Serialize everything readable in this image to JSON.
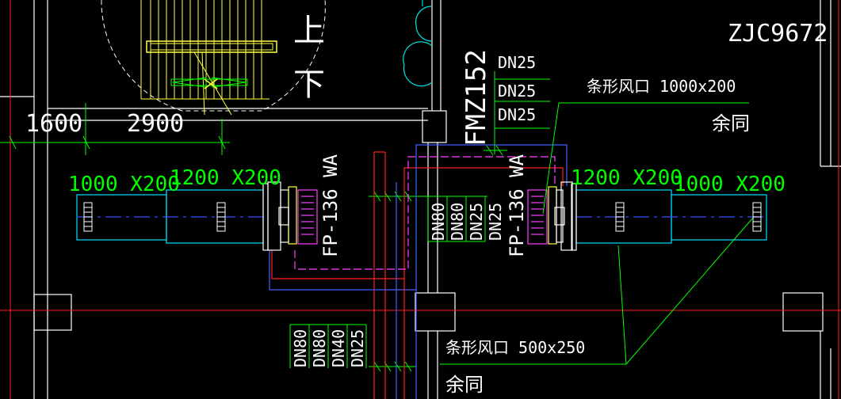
{
  "drawing_number": "ZJC9672",
  "door_code": "FMZ152",
  "stair": {
    "up": "上",
    "down": "下"
  },
  "dimensions": {
    "left": "1600",
    "middle": "2900"
  },
  "ducts": {
    "left_far": "1000 X200",
    "left_near": "1200 X200",
    "right_near": "1200 X200",
    "right_far": "1000 X200"
  },
  "units": {
    "left": "FP-136 WA",
    "right": "FP-136 WA"
  },
  "pipes_top": [
    "DN25",
    "DN25",
    "DN25"
  ],
  "pipes_middle": [
    "DN80",
    "DN80",
    "DN25",
    "DN25"
  ],
  "pipes_bottom": [
    "DN80",
    "DN80",
    "DN40",
    "DN25"
  ],
  "notes": {
    "grille_top": "条形风口 1000x200",
    "same_top": "余同",
    "grille_bottom": "条形风口 500x250",
    "same_bottom": "余同"
  },
  "colors": {
    "background": "#000000",
    "wall": "#ffffff",
    "axis": "#ff0000",
    "stair": "#ffff00",
    "duct": "#00ffff",
    "dim": "#00ff00",
    "pipe_supply": "#ff0000",
    "pipe_return": "#4060ff",
    "condensate": "#ff00ff"
  }
}
